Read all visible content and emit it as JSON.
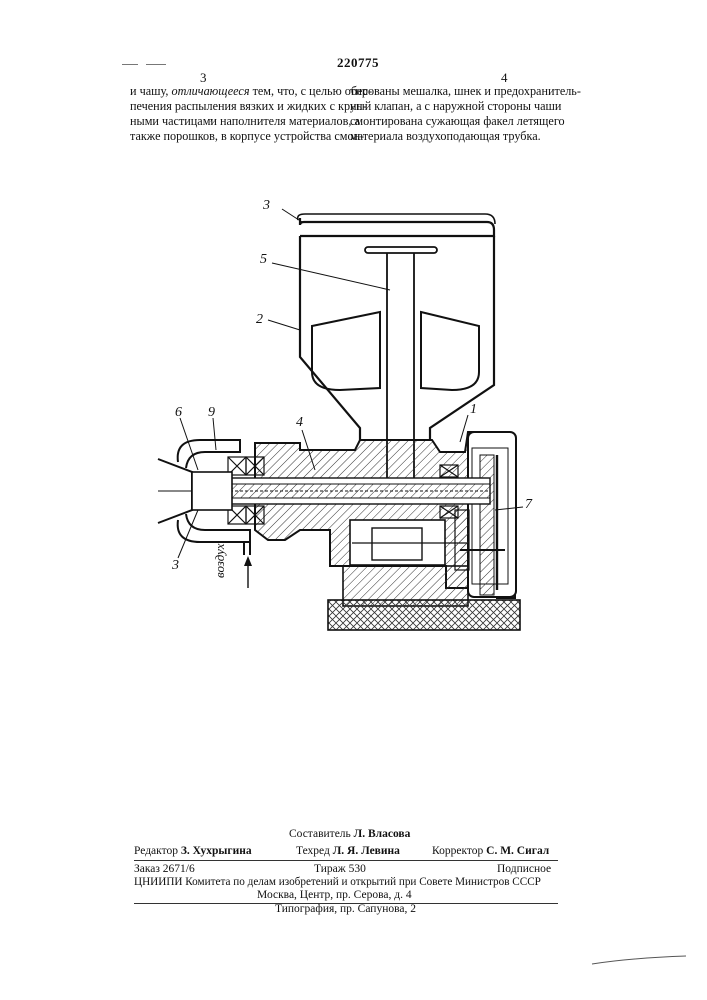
{
  "header": {
    "patent_number": "220775",
    "column_left_number": "3",
    "column_right_number": "4"
  },
  "left_column": {
    "lines": [
      "чашу,",
      "тем, что, с целью обес-",
      "печения распыления вязких и жидких с круп-",
      "ными частицами наполнителя материалов, а",
      "также порошков, в корпусе устройства смон-"
    ],
    "prefix": "и",
    "italic_phrase": "отличающееся"
  },
  "right_column": {
    "lines": [
      "тированы мешалка, шнек и предохранитель-",
      "ный клапан, а с наружной стороны чаши",
      "смонтирована сужающая факел летящего",
      "материала воздухоподающая трубка."
    ]
  },
  "drawing": {
    "labels": {
      "l3_top": "3",
      "l5": "5",
      "l2": "2",
      "l6": "6",
      "l9": "9",
      "l4": "4",
      "l1": "1",
      "l7": "7",
      "l3_bottom": "3"
    },
    "air_label": "воздух"
  },
  "footer": {
    "compiler_label": "Составитель",
    "compiler_name": "Л. Власова",
    "editor_label": "Редактор",
    "editor_name": "З. Хухрыгина",
    "techred_label": "Техред",
    "techred_name": "Л. Я. Левина",
    "corrector_label": "Корректор",
    "corrector_name": "С. М. Сигал",
    "order": "Заказ 2671/6",
    "print_run": "Тираж 530",
    "subscription": "Подписное",
    "institute": "ЦНИИПИ Комитета по делам изобретений и открытий при Совете Министров СССР",
    "address": "Москва, Центр, пр. Серова, д. 4",
    "printing_house": "Типография, пр. Сапунова, 2"
  }
}
